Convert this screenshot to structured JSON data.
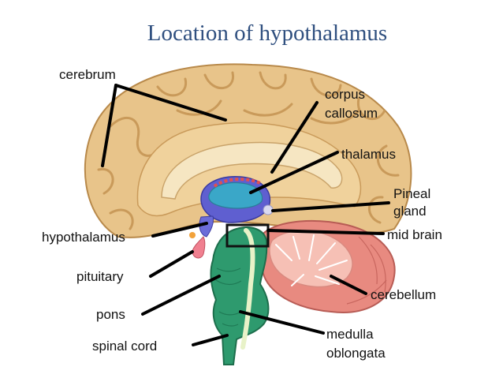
{
  "title": "Location of hypothalamus",
  "labels": {
    "cerebrum": "cerebrum",
    "corpus_1": "corpus",
    "corpus_2": "callosum",
    "thalamus": "thalamus",
    "pineal_1": "Pineal",
    "pineal_2": "gland",
    "hypothalamus": "hypothalamus",
    "mid_brain": "mid brain",
    "pituitary": "pituitary",
    "cerebellum": "cerebellum",
    "pons": "pons",
    "medulla_1": "medulla",
    "medulla_2": "oblongata",
    "spinal_cord": "spinal cord"
  },
  "colors": {
    "cerebrum": "#e8c48a",
    "corpus": "#f2dfb6",
    "thalamus": "#3aa7c8",
    "hypothalamus": "#5f5fd0",
    "pituitary": "#f08090",
    "brainstem": "#2e9a6e",
    "cerebellum": "#e88a80"
  }
}
